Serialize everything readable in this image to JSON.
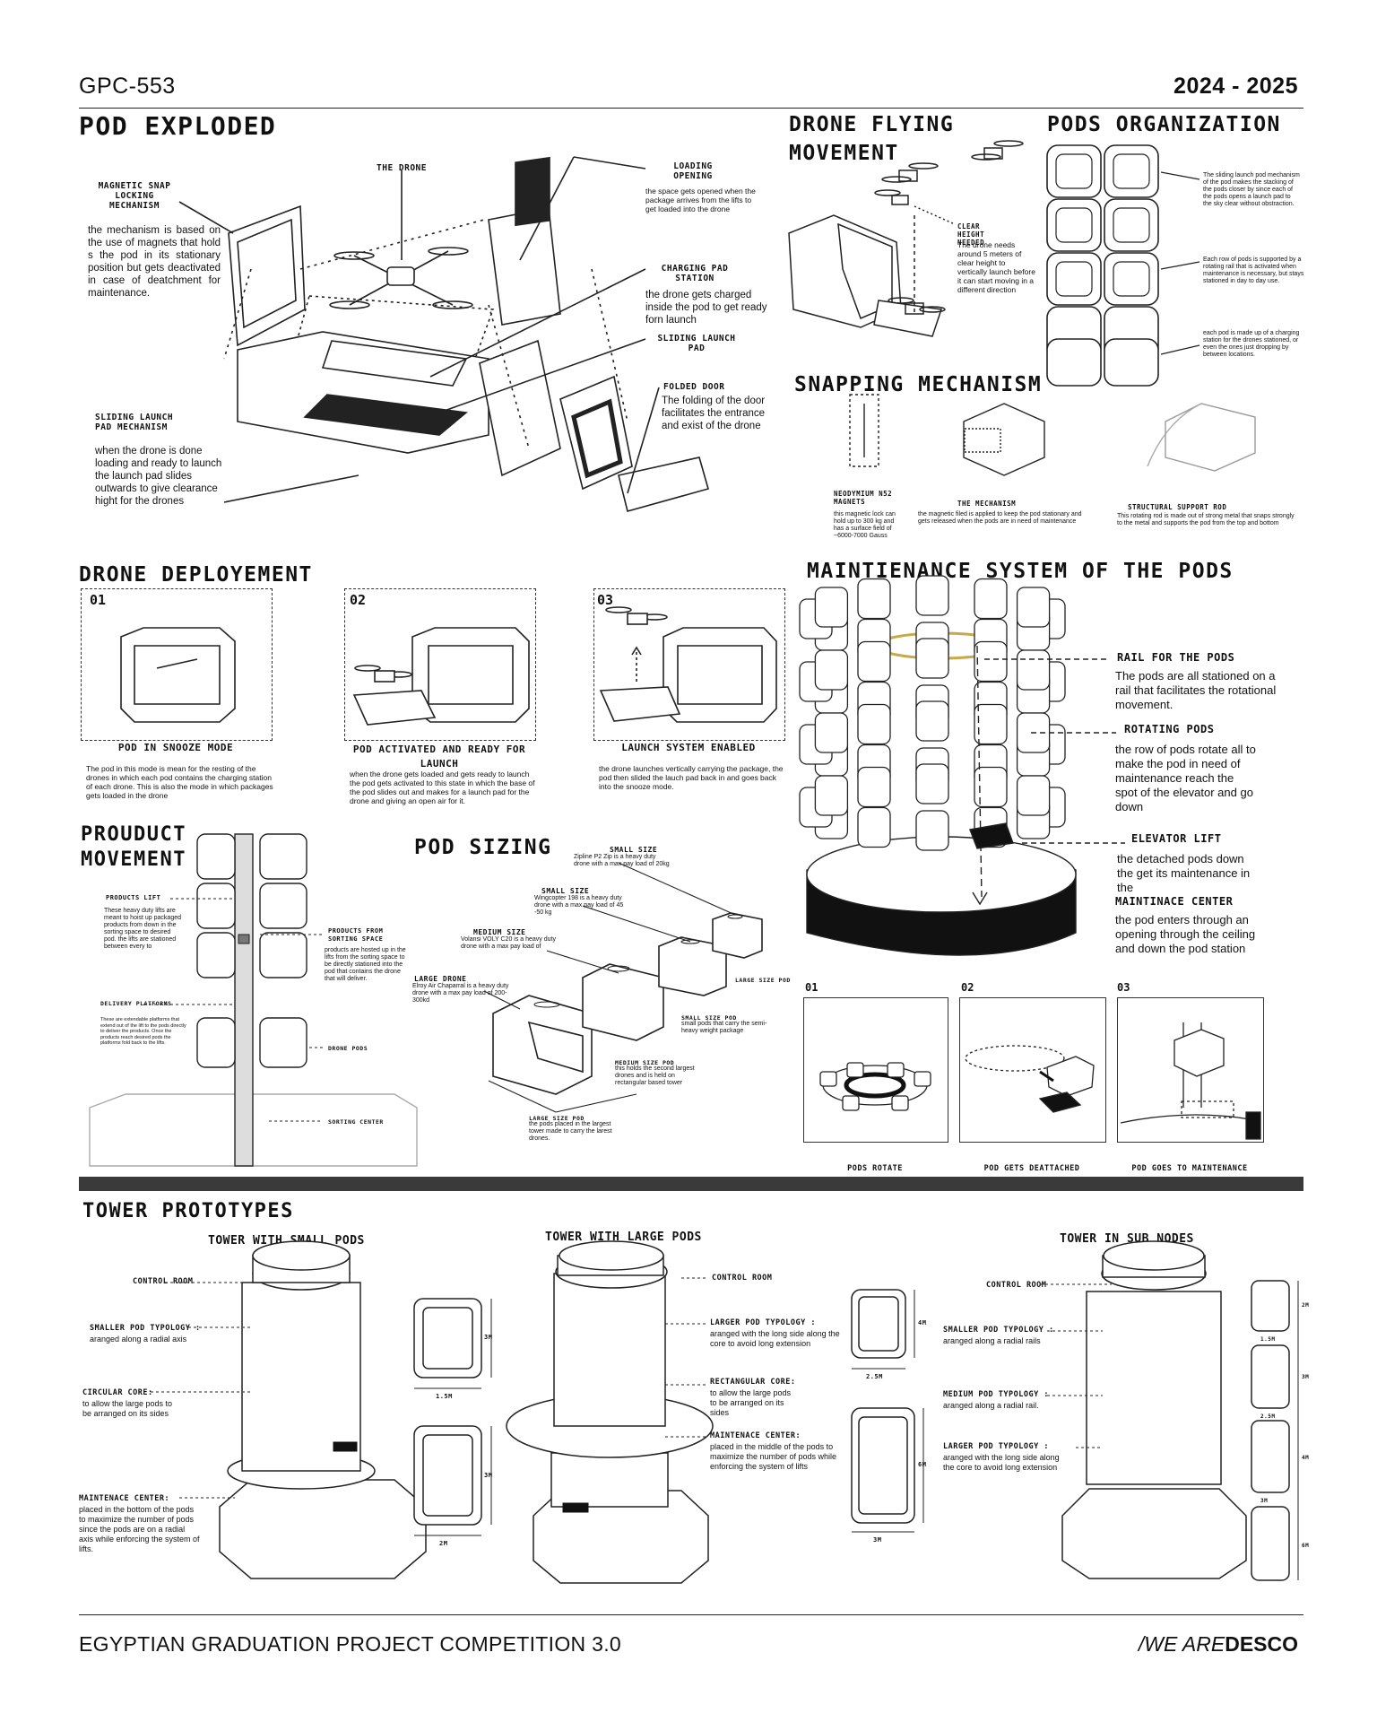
{
  "header": {
    "left": "GPC-553",
    "right": "2024 - 2025"
  },
  "footer": {
    "left": "EGYPTIAN GRADUATION PROJECT COMPETITION 3.0",
    "brand_prefix": "/WE ARE",
    "brand_bold": "DESCO"
  },
  "pod_exploded": {
    "title": "POD EXPLODED",
    "magnetic_label": "MAGNETIC SNAP LOCKING MECHANISM",
    "magnetic_text": "the mechanism is based on the use of magnets that hold s the pod in its stationary position but gets deactivated in case of deatchment for maintenance.",
    "drone_label": "THE DRONE",
    "loading_label": "LOADING OPENING",
    "loading_text": "the space gets opened when the package arrives from the lifts to get loaded into the drone",
    "charging_label": "CHARGING PAD STATION",
    "charging_text": "the drone gets charged inside the pod to get ready forn launch",
    "sliding_pad_label": "SLIDING LAUNCH PAD",
    "folded_label": "FOLDED DOOR",
    "folded_text": "The folding of the door facilitates the entrance and exist of the drone",
    "sliding_mech_label": "SLIDING LAUNCH PAD MECHANISM",
    "sliding_mech_text": "when the drone is done loading and ready to launch the launch pad slides outwards to give clearance hight for the drones"
  },
  "drone_flying": {
    "title_line1": "DRONE FLYING",
    "title_line2": "MOVEMENT",
    "clear_label": "CLEAR HEIGHT NEEDED",
    "clear_text": "The drone needs around 5 meters of clear height to vertically launch before it can start moving in a different direction"
  },
  "pods_org": {
    "title": "PODS ORGANIZATION",
    "text1": "The sliding launch pod mechanism of the pod makes the stacking of the pods closer by since each of the pods opens a launch pad to the sky clear without obstraction.",
    "text2": "Each row of pods is supported by a rotating rail that is activated when maintenance is necessary, but stays stationed in day to day use.",
    "text3": "each pod is made up of a charging station for the drones stationed, or even the ones just dropping by between locations."
  },
  "snapping": {
    "title": "SNAPPING MECHANISM",
    "c1_label": "NEODYMIUM N52 MAGNETS",
    "c1_text": "this magnetic lock can hold up to 300 kg and has a surface field of ~6000-7000 Gauss",
    "c2_label": "THE MECHANISM",
    "c2_text": "the magnetic filed is applied to keep the pod stationary and gets released when the pods are in need of maintenance",
    "c3_label": "STRUCTURAL SUPPORT ROD",
    "c3_text": "This rotating rod is made out of strong metal that snaps strongly to the metal and supports the pod from the top and bottom"
  },
  "deployment": {
    "title": "DRONE DEPLOYEMENT",
    "steps": [
      {
        "num": "01",
        "label": "POD IN SNOOZE MODE",
        "text": "The pod in this mode is mean for the resting of the drones in which each pod contains the charging station of each drone. This is also the mode in which packages gets loaded in the drone"
      },
      {
        "num": "02",
        "label": "POD ACTIVATED AND READY FOR LAUNCH",
        "text": "when the drone gets loaded and gets ready to launch the pod gets activated to this state in which the base of the pod slides out and makes for a launch pad for the drone and giving an open air for it."
      },
      {
        "num": "03",
        "label": "LAUNCH SYSTEM ENABLED",
        "text": "the drone launches vertically carrying the package, the pod then slided the lauch pad back in and goes back into the snooze mode."
      }
    ]
  },
  "maintenance": {
    "title": "MAINTIENANCE SYSTEM OF THE PODS",
    "rail_label": "RAIL FOR THE PODS",
    "rail_text": "The pods are all stationed on a rail that facilitates the rotational movement.",
    "rotating_label": "ROTATING PODS",
    "rotating_text": "the row of pods rotate all to make the pod in need of maintenance reach the spot of the elevator and go down",
    "elevator_label": "ELEVATOR LIFT",
    "elevator_text": "the detached pods down the get its maintenance in the",
    "center_label": "MAINTINACE CENTER",
    "center_text": "the pod enters through an opening through the ceiling and down the pod station",
    "steps": [
      {
        "num": "01",
        "label": "PODS ROTATE"
      },
      {
        "num": "02",
        "label": "POD GETS DEATTACHED"
      },
      {
        "num": "03",
        "label": "POD GOES TO MAINTENANCE"
      }
    ]
  },
  "product_movement": {
    "title_line1": "PROUDUCT",
    "title_line2": "MOVEMENT",
    "lift_label": "PRODUCTS LIFT",
    "lift_text": "These heavy duty lifts are meant to hoist up packaged products from down in the sorting space to desired pod. the lifts are stationed between every to",
    "platform_label": "DELIVERY PLATFORMS",
    "platform_text": "These are extendable platforms that extend out of the lift to the pods directly to deliver the products. Once the products reach desired pods the platforms fold back to the lifts.",
    "from_label": "PRODUCTS FROM SORTING SPACE",
    "from_text": "products are hosted up in the lifts from the sorting space to be directly stationed into the pod that contains the drone that will deliver.",
    "drone_pods": "DRONE PODS",
    "sorting": "SORTING CENTER"
  },
  "pod_sizing": {
    "title": "POD SIZING",
    "s1_label": "SMALL SIZE",
    "s1_text": "Zipline P2 Zip is a heavy duty drone with a max pay load of 20kg",
    "s2_label": "SMALL SIZE",
    "s2_text": "Wingcopter 198 is a heavy duty drone with a max pay load of 45 -50 kg",
    "m_label": "MEDIUM SIZE",
    "m_text": "Volansi VOLY C20 is a heavy duty drone with a max pay load of",
    "l_label": "LARGE DRONE",
    "l_text": "Elroy Air Chaparral is a heavy duty drone with a max pay load of 200-300kd",
    "lsp": "LARGE SIZE POD",
    "ssp_label": "SMALL SIZE POD",
    "ssp_text": "small pods that carry the semi-heavy weight package",
    "msp_label": "MEDIUM SIZE POD",
    "msp_text": "this holds the second largest drones and is held on rectangular based tower",
    "lsp2_label": "LARGE SIZE POD",
    "lsp2_text": "the pods placed in the largest tower made to carry the larest drones."
  },
  "towers": {
    "title": "TOWER PROTOTYPES",
    "t1": {
      "title": "TOWER WITH SMALL PODS",
      "control": "CONTROL ROOM",
      "a_label": "SMALLER POD TYPOLOGY :",
      "a_text": "aranged along a radial axis",
      "b_label": "CIRCULAR CORE:",
      "b_text": "to allow the large pods to be arranged on its sides",
      "c_label": "MAINTENACE CENTER:",
      "c_text": "placed in the bottom of the pods to maximize the number of pods since the pods are on a radial axis while enforcing the system of lifts.",
      "d1": "3M",
      "d2": "1.5M",
      "d3": "3M",
      "d4": "2M"
    },
    "t2": {
      "title": "TOWER WITH LARGE PODS",
      "control": "CONTROL ROOM",
      "a_label": "LARGER POD TYPOLOGY :",
      "a_text": "aranged with the long side along the core to avoid long extension",
      "b_label": "RECTANGULAR CORE:",
      "b_text": "to allow the large pods to be arranged on its sides",
      "c_label": "MAINTENACE CENTER:",
      "c_text": "placed in the middle of the pods to maximize the number of pods while enforcing the system of lifts",
      "d1": "4M",
      "d2": "2.5M",
      "d3": "6M",
      "d4": "3M"
    },
    "t3": {
      "title": "TOWER IN SUB NODES",
      "control": "CONTROL ROOM",
      "a_label": "SMALLER POD TYPOLOGY :",
      "a_text": "aranged along a radial rails",
      "b_label": "MEDIUM POD TYPOLOGY :",
      "b_text": "aranged along a radial rail.",
      "c_label": "LARGER POD TYPOLOGY :",
      "c_text": "aranged with the long side along the core to avoid long extension",
      "d1": "2M",
      "d2": "1.5M",
      "d3": "3M",
      "d4": "2.5M",
      "d5": "4M",
      "d6": "3M",
      "d7": "6M"
    }
  },
  "colors": {
    "ink": "#111111",
    "band": "#3a3a3a",
    "accent_yellow": "#c8a94a"
  }
}
